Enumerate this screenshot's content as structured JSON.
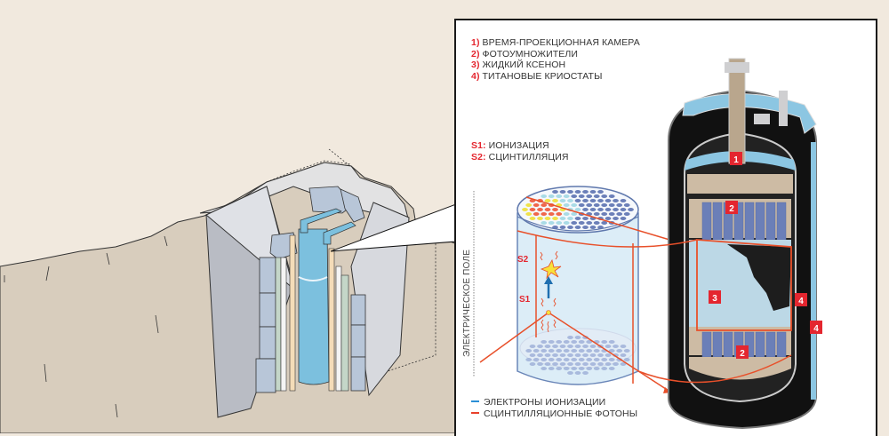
{
  "components_legend": [
    {
      "num": "1)",
      "label": "ВРЕМЯ-ПРОЕКЦИОННАЯ КАМЕРА"
    },
    {
      "num": "2)",
      "label": "ФОТОУМНОЖИТЕЛИ"
    },
    {
      "num": "3)",
      "label": "ЖИДКИЙ КСЕНОН"
    },
    {
      "num": "4)",
      "label": "ТИТАНОВЫЕ КРИОСТАТЫ"
    }
  ],
  "signals_legend": [
    {
      "num": "S1:",
      "label": "ИОНИЗАЦИЯ"
    },
    {
      "num": "S2:",
      "label": "СЦИНТИЛЛЯЦИЯ"
    }
  ],
  "arrows_legend": [
    {
      "label": "ЭЛЕКТРОНЫ ИОНИЗАЦИИ",
      "color": "#2b8fd6"
    },
    {
      "label": "СЦИНТИЛЛЯЦИОННЫЕ ФОТОНЫ",
      "color": "#e8402a"
    }
  ],
  "field_label": "ЭЛЕКТРИЧЕСКОЕ ПОЛЕ",
  "tpc_markers": {
    "s1": "S1",
    "s2": "S2"
  },
  "cryostat_badges": {
    "b1": "1",
    "b2_top": "2",
    "b3": "3",
    "b4_inner": "4",
    "b4_outer": "4",
    "b2_bottom": "2"
  },
  "colors": {
    "background": "#f1e9de",
    "rock": "#d8cdbd",
    "accent_red": "#e4262f",
    "photon_line": "#e8502a",
    "electron_arrow": "#1f6fb0",
    "xenon_blue": "#7cc0de",
    "cryostat_black": "#111111",
    "pmt_blue": "#6b7fb8"
  }
}
